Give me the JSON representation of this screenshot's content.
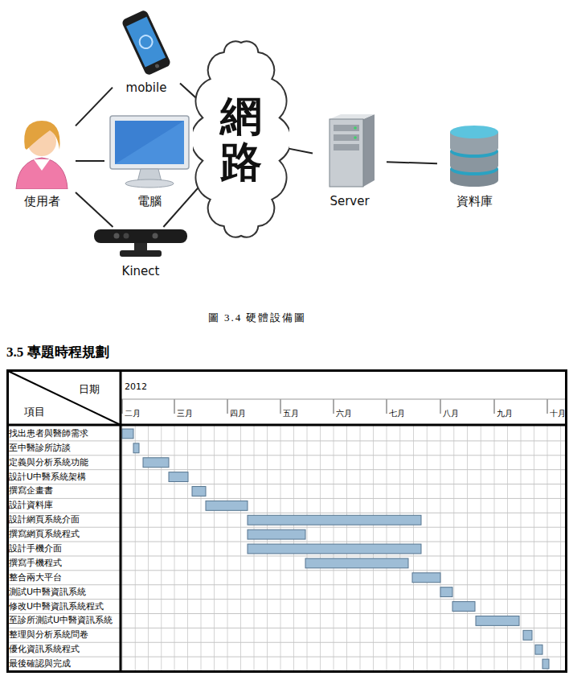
{
  "diagram": {
    "title": "3.5 專題時程規劃",
    "caption": "圖 3.4 硬體設備圖",
    "nodes": [
      {
        "text": [
          "使用者"
        ]
      },
      {
        "text": [
          "mobile"
        ]
      },
      {
        "text": [
          "電腦"
        ]
      },
      {
        "text": [
          "Kinect"
        ]
      },
      {
        "text": [
          "網路"
        ]
      },
      {
        "text": [
          "Server"
        ]
      },
      {
        "text": [
          "資料庫"
        ]
      }
    ],
    "edges": [
      {
        "from": 0,
        "to": 1,
        "arrow": "none"
      },
      {
        "from": 0,
        "to": 2,
        "arrow": "none"
      },
      {
        "from": 0,
        "to": 3,
        "arrow": "none"
      },
      {
        "from": 1,
        "to": 4,
        "arrow": "none"
      },
      {
        "from": 2,
        "to": 4,
        "arrow": "none"
      },
      {
        "from": 3,
        "to": 4,
        "arrow": "none"
      },
      {
        "from": 4,
        "to": 5,
        "arrow": "none"
      },
      {
        "from": 5,
        "to": 6,
        "arrow": "none"
      }
    ],
    "labels": [
      "日期",
      "項目",
      "2012",
      "二月",
      "三月",
      "四月",
      "五月",
      "六月",
      "七月",
      "八月",
      "九月",
      "十月",
      "找出患者與醫師需求",
      "至中醫診所訪談",
      "定義與分析系統功能",
      "設計U中醫系統架構",
      "撰寫企畫書",
      "設計資料庫",
      "設計網頁系統介面",
      "撰寫網頁系統程式",
      "設計手機介面",
      "撰寫手機程式",
      "整合兩大平台",
      "測試U中醫資訊系統",
      "修改U中醫資訊系統程式",
      "至診所測試U中醫資訊系統",
      "整理與分析系統問卷",
      "優化資訊系統程式",
      "最後確認與完成"
    ]
  }
}
